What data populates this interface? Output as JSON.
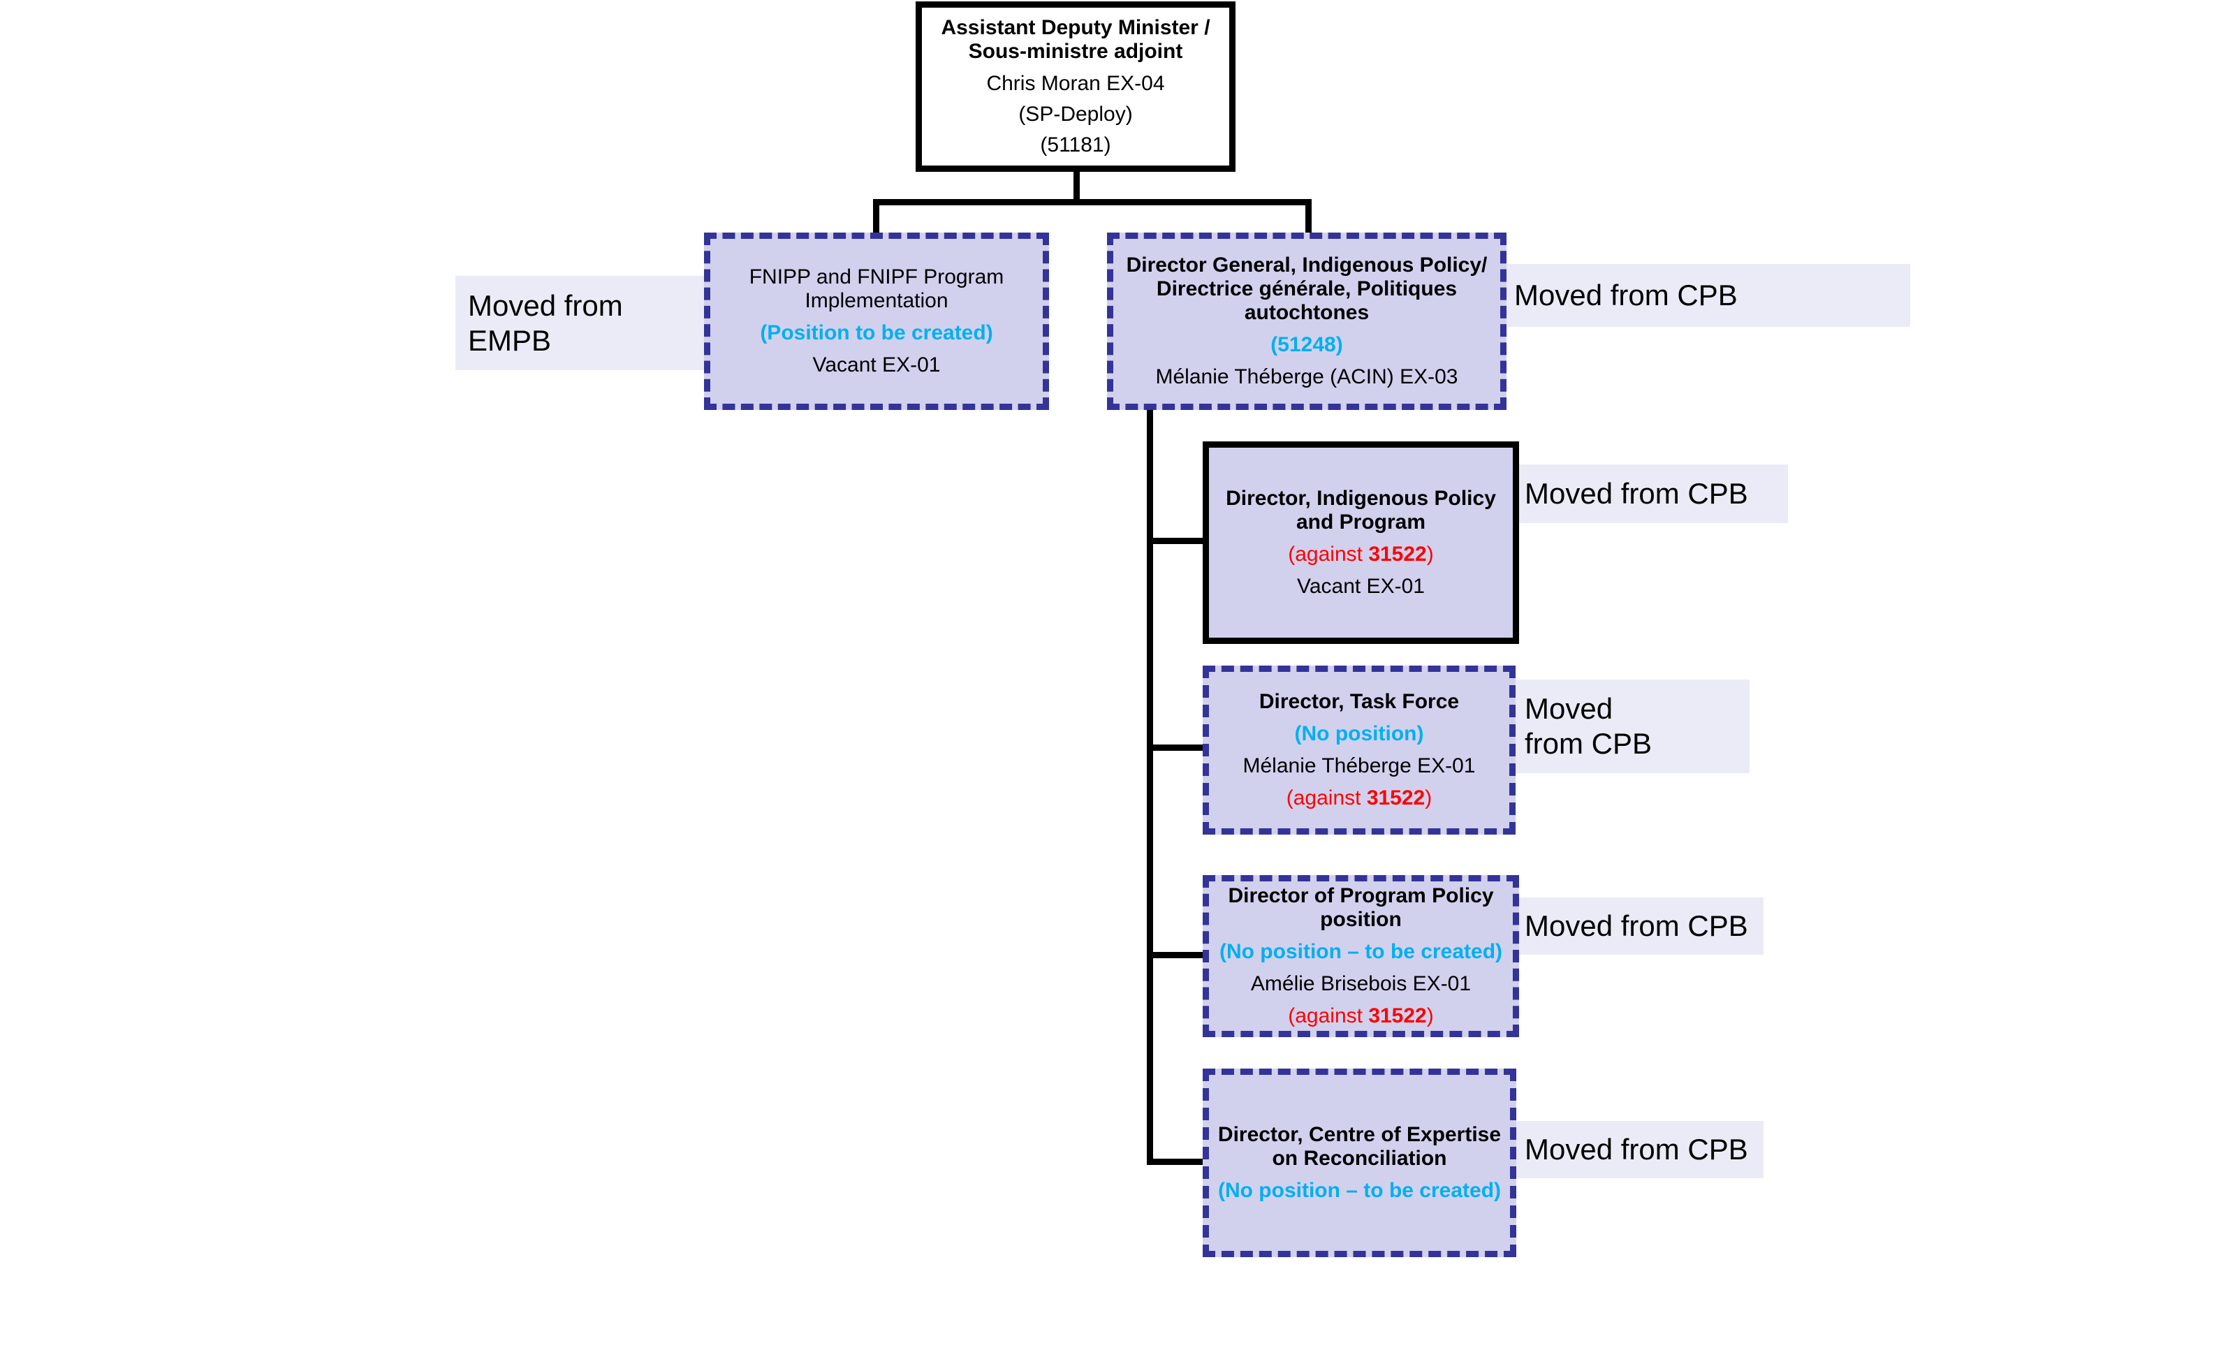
{
  "root": {
    "title": "Assistant Deputy Minister / Sous-ministre adjoint",
    "person": "Chris Moran EX-04",
    "note": "(SP-Deploy)",
    "position": "(51181)"
  },
  "fnipp": {
    "title": "FNIPP and FNIPF Program Implementation",
    "status": "(Position to be created)",
    "person": "Vacant EX-01",
    "moved": "Moved from EMPB"
  },
  "dg": {
    "title": "Director General, Indigenous Policy/ Directrice générale, Politiques autochtones",
    "position": "(51248)",
    "person": "Mélanie Théberge (ACIN) EX-03",
    "moved": "Moved from CPB"
  },
  "dir_policy": {
    "title": "Director, Indigenous Policy and Program",
    "against_prefix": "(against ",
    "against_number": "31522",
    "against_suffix": ")",
    "person": "Vacant EX-01",
    "moved": "Moved from CPB"
  },
  "dir_task": {
    "title": "Director, Task Force",
    "status": "(No position)",
    "person": "Mélanie Théberge EX-01",
    "against_prefix": "(against ",
    "against_number": "31522",
    "against_suffix": ")",
    "moved": "Moved from CPB"
  },
  "dir_program": {
    "title": "Director of Program Policy position",
    "status": "(No position – to be created)",
    "person": "Amélie Brisebois EX-01",
    "against_prefix": "(against ",
    "against_number": "31522",
    "against_suffix": ")",
    "moved": "Moved from CPB"
  },
  "dir_centre": {
    "title": "Director, Centre of Expertise on Reconciliation",
    "status": "(No position – to be created)",
    "moved": "Moved from CPB"
  },
  "colors": {
    "box_fill": "#d1d1ee",
    "dashed_border": "#333399",
    "status_blue": "#00b0f0",
    "against_red": "#ff0000",
    "note_fill": "#ebebf7"
  }
}
